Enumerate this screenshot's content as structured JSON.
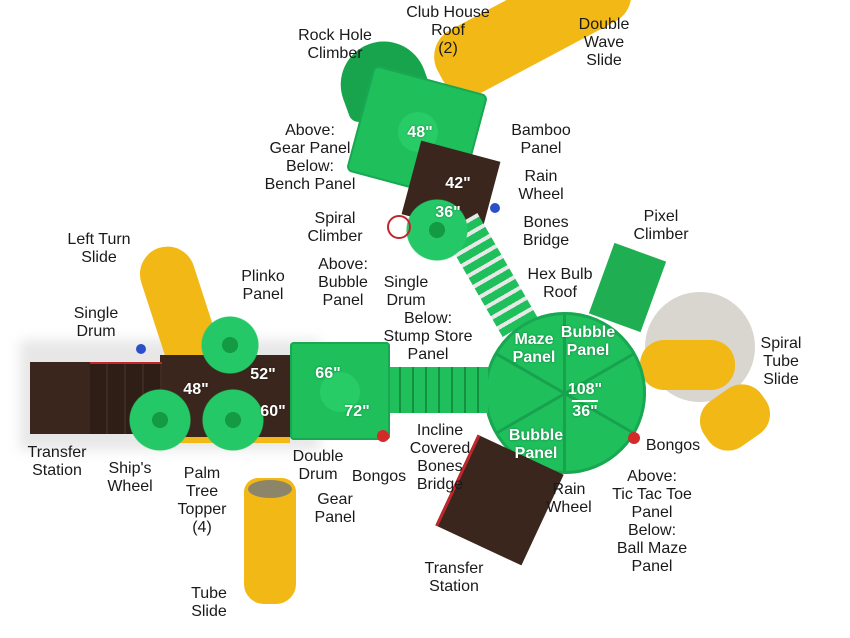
{
  "diagram": {
    "subject": "Playground structure top-down plan view",
    "colors": {
      "deck": "#3a261c",
      "roof_green": "#1fbf5c",
      "slide_yellow": "#f2b815",
      "accent_red": "#c0262c",
      "accent_blue": "#2a4fc8",
      "label_text": "#1a1a1a",
      "dimension_text": "#ffffff"
    },
    "dimensions": {
      "club_house_roof": "48\"",
      "deck_upper": "42\"",
      "deck_palm": "36\"",
      "deck_left_a": "48\"",
      "deck_left_b": "52\"",
      "deck_left_c": "60\"",
      "roof_mid_a": "66\"",
      "roof_mid_b": "72\"",
      "hex_roof_top": "108\"",
      "hex_roof_bottom": "36\""
    },
    "roof_panel_labels": {
      "maze_panel": [
        "Maze",
        "Panel"
      ],
      "bubble_panel_top": [
        "Bubble",
        "Panel"
      ],
      "bubble_panel_bottom": [
        "Bubble",
        "Panel"
      ]
    },
    "labels": {
      "rock_hole_climber": [
        "Rock Hole",
        "Climber"
      ],
      "club_house_roof": [
        "Club House",
        "Roof",
        "(2)"
      ],
      "double_wave_slide": [
        "Double",
        "Wave",
        "Slide"
      ],
      "gear_bench_panel": [
        "Above:",
        "Gear Panel",
        "Below:",
        "Bench Panel"
      ],
      "bamboo_panel": [
        "Bamboo",
        "Panel"
      ],
      "rain_wheel_top": [
        "Rain",
        "Wheel"
      ],
      "spiral_climber": [
        "Spiral",
        "Climber"
      ],
      "bones_bridge": [
        "Bones",
        "Bridge"
      ],
      "pixel_climber": [
        "Pixel",
        "Climber"
      ],
      "left_turn_slide": [
        "Left Turn",
        "Slide"
      ],
      "plinko_panel": [
        "Plinko",
        "Panel"
      ],
      "bubble_panel_above": [
        "Above:",
        "Bubble",
        "Panel"
      ],
      "single_drum_mid": [
        "Single",
        "Drum"
      ],
      "hex_bulb_roof": [
        "Hex Bulb",
        "Roof"
      ],
      "single_drum_left": [
        "Single",
        "Drum"
      ],
      "stump_store_panel": [
        "Below:",
        "Stump Store",
        "Panel"
      ],
      "spiral_tube_slide": [
        "Spiral",
        "Tube",
        "Slide"
      ],
      "transfer_station_left": [
        "Transfer",
        "Station"
      ],
      "ships_wheel": [
        "Ship's",
        "Wheel"
      ],
      "palm_tree_topper": [
        "Palm",
        "Tree",
        "Topper",
        "(4)"
      ],
      "double_drum": [
        "Double",
        "Drum"
      ],
      "bongos_mid": [
        "Bongos"
      ],
      "incline_covered_bones_bridge": [
        "Incline",
        "Covered",
        "Bones",
        "Bridge"
      ],
      "gear_panel": [
        "Gear",
        "Panel"
      ],
      "bongos_right": [
        "Bongos"
      ],
      "rain_wheel_bottom": [
        "Rain",
        "Wheel"
      ],
      "tic_tac_toe_ball_maze": [
        "Above:",
        "Tic Tac Toe",
        "Panel",
        "Below:",
        "Ball Maze",
        "Panel"
      ],
      "transfer_station_bottom": [
        "Transfer",
        "Station"
      ],
      "tube_slide": [
        "Tube",
        "Slide"
      ]
    }
  }
}
